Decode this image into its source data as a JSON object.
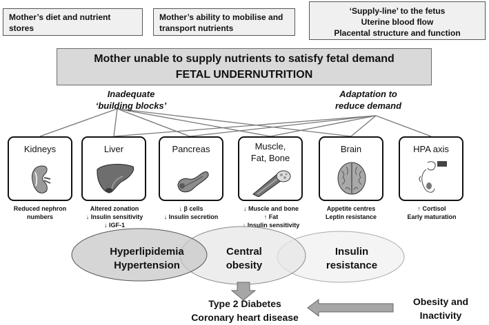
{
  "top_boxes": {
    "diet": [
      "Mother’s diet and nutrient",
      "stores"
    ],
    "mobilise": [
      "Mother’s ability to mobilise and",
      "transport nutrients"
    ],
    "supply": [
      "‘Supply-line’ to the fetus",
      "Uterine blood flow",
      "Placental structure and function"
    ]
  },
  "main_box": {
    "line1": "Mother unable to supply nutrients to satisfy fetal demand",
    "line2": "FETAL UNDERNUTRITION"
  },
  "causes": {
    "building_blocks": [
      "Inadequate",
      "‘building blocks’"
    ],
    "adaptation": [
      "Adaptation to",
      "reduce demand"
    ]
  },
  "organs": [
    {
      "name": [
        "Kidneys"
      ],
      "icon": "kidney-icon",
      "effects": [
        "Reduced nephron",
        "numbers"
      ]
    },
    {
      "name": [
        "Liver"
      ],
      "icon": "liver-icon",
      "effects": [
        "Altered zonation",
        "↓ Insulin sensitivity",
        "↓ IGF-1"
      ]
    },
    {
      "name": [
        "Pancreas"
      ],
      "icon": "pancreas-icon",
      "effects": [
        "↓ β cells",
        "↓ Insulin secretion"
      ]
    },
    {
      "name": [
        "Muscle,",
        "Fat, Bone"
      ],
      "icon": "muscle-icon",
      "effects": [
        "↓ Muscle and bone",
        "↑ Fat",
        "↓ Insulin sensitivity"
      ]
    },
    {
      "name": [
        "Brain"
      ],
      "icon": "brain-icon",
      "effects": [
        "Appetite centres",
        "Leptin resistance"
      ]
    },
    {
      "name": [
        "HPA axis"
      ],
      "icon": "hpa-axis-icon",
      "effects": [
        "↑ Cortisol",
        "Early maturation"
      ]
    }
  ],
  "venn": {
    "left": [
      "Hyperlipidemia",
      "Hypertension"
    ],
    "center": [
      "Central",
      "obesity"
    ],
    "right": [
      "Insulin",
      "resistance"
    ]
  },
  "outcomes": {
    "disease": [
      "Type 2 Diabetes",
      "Coronary heart disease"
    ],
    "lifestyle": [
      "Obesity and",
      "Inactivity"
    ]
  },
  "colors": {
    "box_fill": "#f0f0f0",
    "main_fill": "#d9d9d9",
    "left_ellipse": "#c8c8c8",
    "mid_ellipse": "#e6e6e6",
    "right_ellipse": "#f3f3f3",
    "arrow_fill": "#a6a6a6"
  }
}
